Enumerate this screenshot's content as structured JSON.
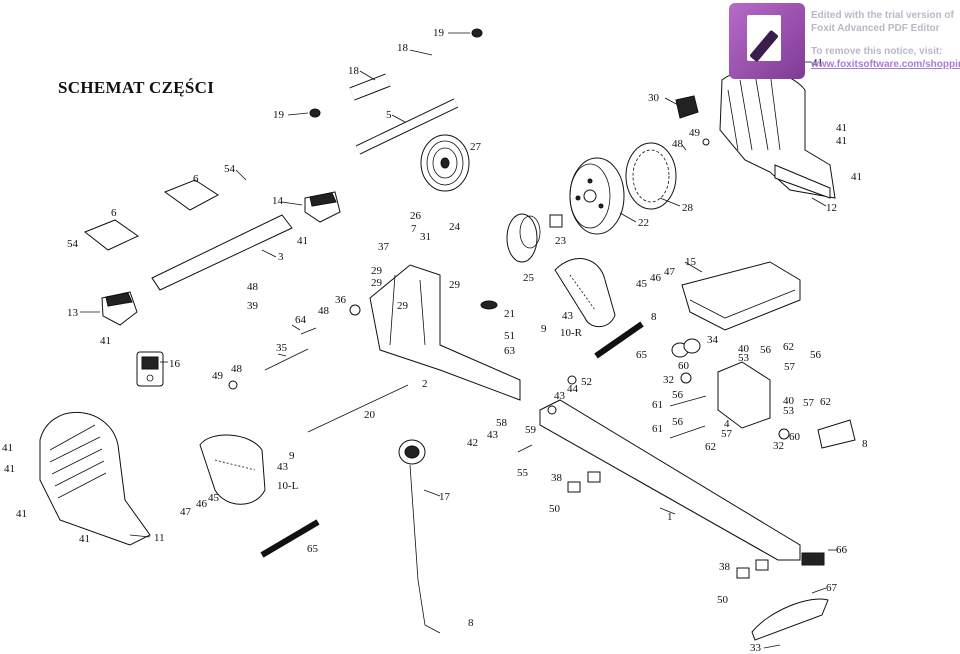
{
  "title": "SCHEMAT CZĘŚCI",
  "watermark": {
    "line1": "Edited with the trial version of",
    "line2": "Foxit Advanced PDF Editor",
    "line3": "To remove this notice, visit:",
    "link": "www.foxitsoftware.com/shopping"
  },
  "labels": [
    {
      "id": "l19a",
      "text": "19"
    },
    {
      "id": "l18a",
      "text": "18"
    },
    {
      "id": "l18b",
      "text": "18"
    },
    {
      "id": "l19b",
      "text": "19"
    },
    {
      "id": "l5",
      "text": "5"
    },
    {
      "id": "l27",
      "text": "27"
    },
    {
      "id": "l30",
      "text": "30"
    },
    {
      "id": "l49a",
      "text": "49"
    },
    {
      "id": "l48a",
      "text": "48"
    },
    {
      "id": "l41a",
      "text": "41"
    },
    {
      "id": "l41b",
      "text": "41"
    },
    {
      "id": "l41c",
      "text": "41"
    },
    {
      "id": "l41d",
      "text": "41"
    },
    {
      "id": "l12",
      "text": "12"
    },
    {
      "id": "l28",
      "text": "28"
    },
    {
      "id": "l22",
      "text": "22"
    },
    {
      "id": "l54a",
      "text": "54"
    },
    {
      "id": "l6a",
      "text": "6"
    },
    {
      "id": "l6b",
      "text": "6"
    },
    {
      "id": "l54b",
      "text": "54"
    },
    {
      "id": "l14",
      "text": "14"
    },
    {
      "id": "l41e",
      "text": "41"
    },
    {
      "id": "l3",
      "text": "3"
    },
    {
      "id": "l26",
      "text": "26"
    },
    {
      "id": "l7",
      "text": "7"
    },
    {
      "id": "l24",
      "text": "24"
    },
    {
      "id": "l37",
      "text": "37"
    },
    {
      "id": "l31",
      "text": "31"
    },
    {
      "id": "l23",
      "text": "23"
    },
    {
      "id": "l25",
      "text": "25"
    },
    {
      "id": "l15",
      "text": "15"
    },
    {
      "id": "l47a",
      "text": "47"
    },
    {
      "id": "l46a",
      "text": "46"
    },
    {
      "id": "l45a",
      "text": "45"
    },
    {
      "id": "l29a",
      "text": "29"
    },
    {
      "id": "l29b",
      "text": "29"
    },
    {
      "id": "l29c",
      "text": "29"
    },
    {
      "id": "l29d",
      "text": "29"
    },
    {
      "id": "l13",
      "text": "13"
    },
    {
      "id": "l48b",
      "text": "48"
    },
    {
      "id": "l39",
      "text": "39"
    },
    {
      "id": "l64",
      "text": "64"
    },
    {
      "id": "l48c",
      "text": "48"
    },
    {
      "id": "l36",
      "text": "36"
    },
    {
      "id": "l21",
      "text": "21"
    },
    {
      "id": "l9a",
      "text": "9"
    },
    {
      "id": "l43a",
      "text": "43"
    },
    {
      "id": "l10R",
      "text": "10-R"
    },
    {
      "id": "l8a",
      "text": "8"
    },
    {
      "id": "l51",
      "text": "51"
    },
    {
      "id": "l63",
      "text": "63"
    },
    {
      "id": "l41f",
      "text": "41"
    },
    {
      "id": "l16",
      "text": "16"
    },
    {
      "id": "l35",
      "text": "35"
    },
    {
      "id": "l34",
      "text": "34"
    },
    {
      "id": "l40a",
      "text": "40"
    },
    {
      "id": "l53a",
      "text": "53"
    },
    {
      "id": "l56a",
      "text": "56"
    },
    {
      "id": "l62a",
      "text": "62"
    },
    {
      "id": "l56b",
      "text": "56"
    },
    {
      "id": "l65a",
      "text": "65"
    },
    {
      "id": "l60a",
      "text": "60"
    },
    {
      "id": "l57a",
      "text": "57"
    },
    {
      "id": "l32a",
      "text": "32"
    },
    {
      "id": "l49b",
      "text": "49"
    },
    {
      "id": "l48d",
      "text": "48"
    },
    {
      "id": "l2",
      "text": "2"
    },
    {
      "id": "l44",
      "text": "44"
    },
    {
      "id": "l52",
      "text": "52"
    },
    {
      "id": "l43b",
      "text": "43"
    },
    {
      "id": "l56c",
      "text": "56"
    },
    {
      "id": "l40b",
      "text": "40"
    },
    {
      "id": "l53b",
      "text": "53"
    },
    {
      "id": "l57b",
      "text": "57"
    },
    {
      "id": "l62b",
      "text": "62"
    },
    {
      "id": "l61a",
      "text": "61"
    },
    {
      "id": "l20",
      "text": "20"
    },
    {
      "id": "l58",
      "text": "58"
    },
    {
      "id": "l4",
      "text": "4"
    },
    {
      "id": "l56d",
      "text": "56"
    },
    {
      "id": "l61b",
      "text": "61"
    },
    {
      "id": "l57c",
      "text": "57"
    },
    {
      "id": "l60b",
      "text": "60"
    },
    {
      "id": "l8b",
      "text": "8"
    },
    {
      "id": "l41g",
      "text": "41"
    },
    {
      "id": "l59",
      "text": "59"
    },
    {
      "id": "l43c",
      "text": "43"
    },
    {
      "id": "l42",
      "text": "42"
    },
    {
      "id": "l62c",
      "text": "62"
    },
    {
      "id": "l32b",
      "text": "32"
    },
    {
      "id": "l41h",
      "text": "41"
    },
    {
      "id": "l9b",
      "text": "9"
    },
    {
      "id": "l43d",
      "text": "43"
    },
    {
      "id": "l55",
      "text": "55"
    },
    {
      "id": "l10L",
      "text": "10-L"
    },
    {
      "id": "l17",
      "text": "17"
    },
    {
      "id": "l38a",
      "text": "38"
    },
    {
      "id": "l45b",
      "text": "45"
    },
    {
      "id": "l46b",
      "text": "46"
    },
    {
      "id": "l47b",
      "text": "47"
    },
    {
      "id": "l50a",
      "text": "50"
    },
    {
      "id": "l1",
      "text": "1"
    },
    {
      "id": "l41i",
      "text": "41"
    },
    {
      "id": "l41j",
      "text": "41"
    },
    {
      "id": "l11",
      "text": "11"
    },
    {
      "id": "l65b",
      "text": "65"
    },
    {
      "id": "l66",
      "text": "66"
    },
    {
      "id": "l38b",
      "text": "38"
    },
    {
      "id": "l67",
      "text": "67"
    },
    {
      "id": "l50b",
      "text": "50"
    },
    {
      "id": "l8c",
      "text": "8"
    },
    {
      "id": "l33",
      "text": "33"
    }
  ]
}
